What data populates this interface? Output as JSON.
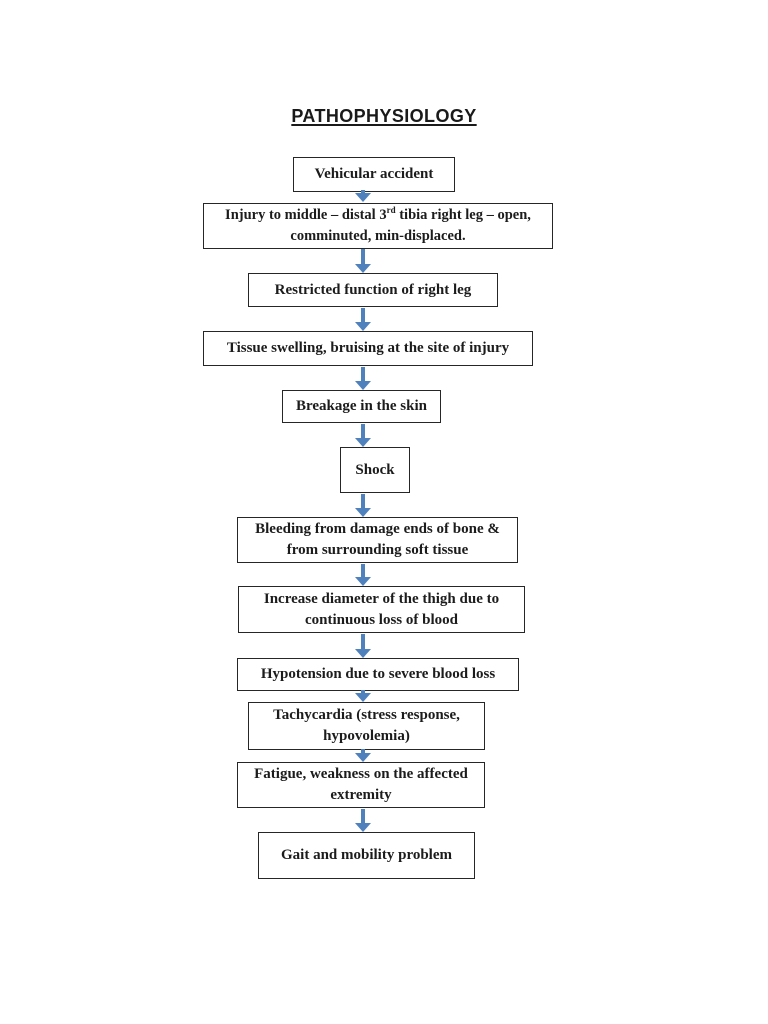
{
  "page": {
    "title": "PATHOPHYSIOLOGY",
    "background_color": "#ffffff"
  },
  "flowchart": {
    "arrow_icon": "down-arrow",
    "arrow_color": "#4f81bd",
    "node_border_color": "#262626",
    "nodes": [
      {
        "id": "vehicular-accident",
        "label": "Vehicular accident"
      },
      {
        "id": "injury-to-tibia",
        "label_parts": {
          "pre": "Injury to middle – distal 3",
          "sup": "rd",
          "post": " tibia right leg – open, comminuted, min-displaced."
        }
      },
      {
        "id": "restricted-function",
        "label": "Restricted function of right leg"
      },
      {
        "id": "tissue-swelling",
        "label": "Tissue swelling, bruising at the site of injury"
      },
      {
        "id": "breakage-skin",
        "label": "Breakage in the skin"
      },
      {
        "id": "shock",
        "label": "Shock"
      },
      {
        "id": "bleeding-bone-ends",
        "label": "Bleeding from damage ends of bone & from surrounding soft tissue"
      },
      {
        "id": "increase-thigh-diameter",
        "label": "Increase diameter of the thigh due to continuous loss of blood"
      },
      {
        "id": "hypotension",
        "label": "Hypotension due to severe blood loss"
      },
      {
        "id": "tachycardia",
        "label": "Tachycardia (stress response, hypovolemia)"
      },
      {
        "id": "fatigue-weakness",
        "label": "Fatigue, weakness on the affected extremity"
      },
      {
        "id": "gait-mobility-problem",
        "label": "Gait and mobility problem"
      }
    ]
  }
}
